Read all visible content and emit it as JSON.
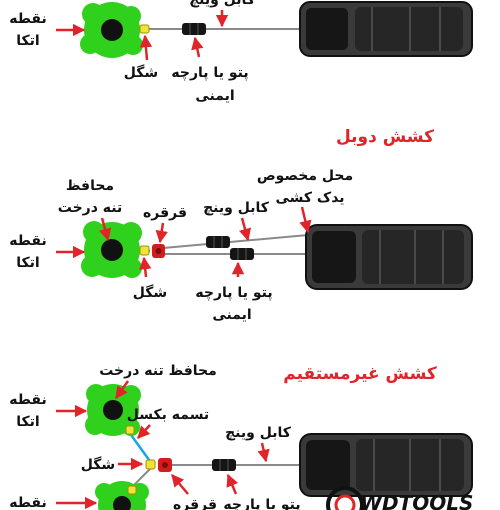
{
  "colors": {
    "arrow": "#e0242a",
    "title": "#e0242a",
    "tree": "#2fd11c",
    "trunk": "#111111",
    "line": "#8a8a8a",
    "shackle": "#f2e23a",
    "pulley": "#d31d1d",
    "strap": "#18a6e0",
    "text": "#111111"
  },
  "sections": {
    "single": {
      "anchor": [
        "نقطه",
        "اتکا"
      ],
      "shackle": "شگل",
      "damper": [
        "پتو یا پارچه",
        "ایمنی"
      ],
      "winch_cable": "کابل وینچ"
    },
    "double": {
      "title": "کشش دوبل",
      "tree_protector": [
        "محافظ",
        "تنه درخت"
      ],
      "anchor": [
        "نقطه",
        "اتکا"
      ],
      "pulley": "قرقره",
      "winch_cable": "کابل وینچ",
      "hitch": [
        "محل مخصوص",
        "یدک کشی"
      ],
      "shackle": "شگل",
      "damper": [
        "پتو یا پارچه",
        "ایمنی"
      ]
    },
    "indirect": {
      "title": "کشش غیرمستقیم",
      "tree_protector": "محافظ تنه درخت",
      "anchor_top": [
        "نقطه",
        "اتکا"
      ],
      "anchor_bottom": "نقطه",
      "buckle_strap": "تسمه بکسل",
      "winch_cable": "کابل وینچ",
      "shackle": "شگل",
      "pulley": "قرقره",
      "damper": "پتو یا پارچه"
    }
  },
  "brand": "WDTOOLS"
}
